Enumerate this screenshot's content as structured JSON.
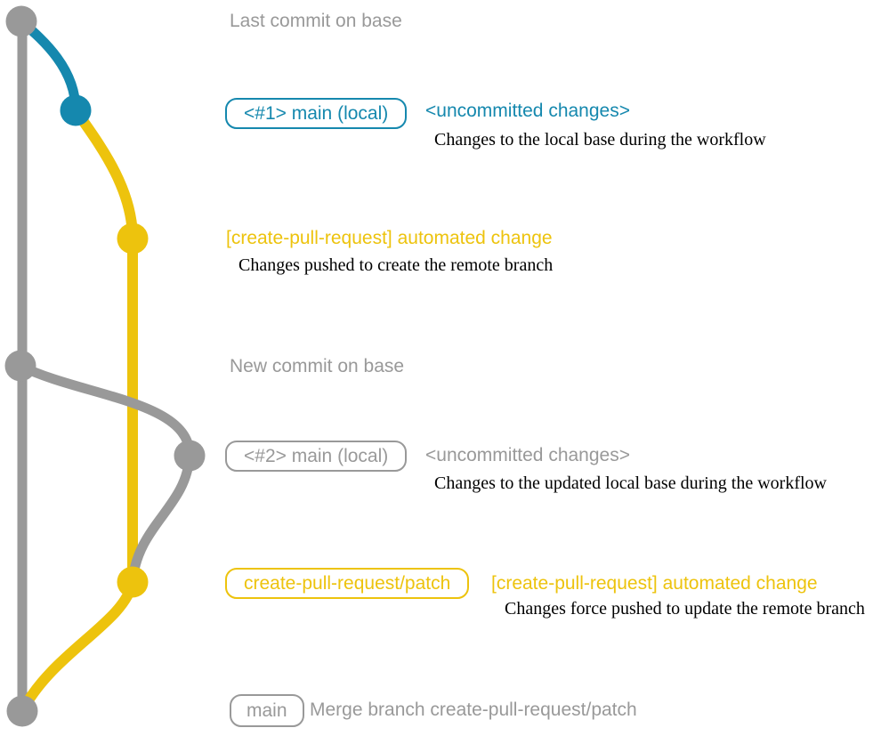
{
  "colors": {
    "gray": "#999999",
    "blue": "#1588AE",
    "yellow": "#EDC30D",
    "black": "#000000",
    "background": "#FFFFFF"
  },
  "graph": {
    "branches": [
      {
        "name": "base",
        "color": "#999999"
      },
      {
        "name": "main (local) #1",
        "color": "#1588AE"
      },
      {
        "name": "create-pull-request/patch",
        "color": "#EDC30D"
      },
      {
        "name": "main (local) #2",
        "color": "#999999"
      }
    ],
    "nodes": [
      {
        "id": "last-commit-on-base",
        "color": "gray"
      },
      {
        "id": "main-local-1-uncommitted",
        "color": "blue"
      },
      {
        "id": "patch-commit-1",
        "color": "yellow"
      },
      {
        "id": "new-commit-on-base",
        "color": "gray"
      },
      {
        "id": "main-local-2-uncommitted",
        "color": "gray"
      },
      {
        "id": "patch-commit-2",
        "color": "yellow"
      },
      {
        "id": "merge-commit",
        "color": "gray"
      }
    ]
  },
  "rows": {
    "r1": {
      "label": "Last commit on base"
    },
    "r2": {
      "badge": "<#1> main (local)",
      "title": "<uncommitted changes>",
      "desc": "Changes to the local base during the workflow"
    },
    "r3": {
      "title": "[create-pull-request] automated change",
      "desc": "Changes pushed to create the remote branch"
    },
    "r4": {
      "label": "New commit on base"
    },
    "r5": {
      "badge": "<#2> main (local)",
      "title": "<uncommitted changes>",
      "desc": "Changes to the updated local base during the workflow"
    },
    "r6": {
      "badge": "create-pull-request/patch",
      "title": "[create-pull-request] automated change",
      "desc": "Changes force pushed to update the remote branch"
    },
    "r7": {
      "badge": "main",
      "title": "Merge branch create-pull-request/patch"
    }
  }
}
